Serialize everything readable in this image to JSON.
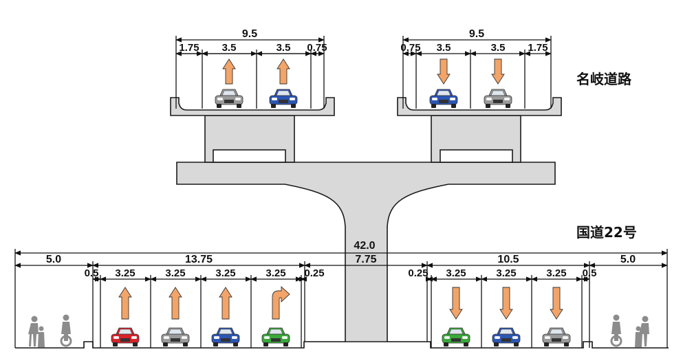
{
  "labels": {
    "expressway": "名岐道路",
    "national_road": "国道22号"
  },
  "upper_left": {
    "total": "9.5",
    "segments": [
      "1.75",
      "3.5",
      "3.5",
      "0.75"
    ]
  },
  "upper_right": {
    "total": "9.5",
    "segments": [
      "0.75",
      "3.5",
      "3.5",
      "1.75"
    ]
  },
  "lower": {
    "total": "42.0",
    "groups": [
      "5.0",
      "13.75",
      "7.75",
      "10.5",
      "5.0"
    ],
    "left_segments": [
      "0.5",
      "3.25",
      "3.25",
      "3.25",
      "3.25",
      "0.25"
    ],
    "right_segments": [
      "0.25",
      "3.25",
      "3.25",
      "3.25",
      "0.5"
    ]
  },
  "colors": {
    "arrow": "#f2a469",
    "structure": "#d9d9d9",
    "car_silver": "#9a9a9a",
    "car_blue": "#2c56b3",
    "car_red": "#d8232a",
    "car_green": "#3aa83a"
  },
  "upper_cars": [
    {
      "color": "#9a9a9a",
      "dir": "up"
    },
    {
      "color": "#2c56b3",
      "dir": "up"
    },
    {
      "color": "#2c56b3",
      "dir": "down"
    },
    {
      "color": "#9a9a9a",
      "dir": "down"
    }
  ],
  "lower_cars": [
    {
      "color": "#d8232a",
      "dir": "up"
    },
    {
      "color": "#9a9a9a",
      "dir": "up"
    },
    {
      "color": "#2c56b3",
      "dir": "up"
    },
    {
      "color": "#3aa83a",
      "dir": "right-turn"
    },
    {
      "color": "#3aa83a",
      "dir": "down"
    },
    {
      "color": "#2c56b3",
      "dir": "down"
    },
    {
      "color": "#9a9a9a",
      "dir": "down"
    }
  ]
}
